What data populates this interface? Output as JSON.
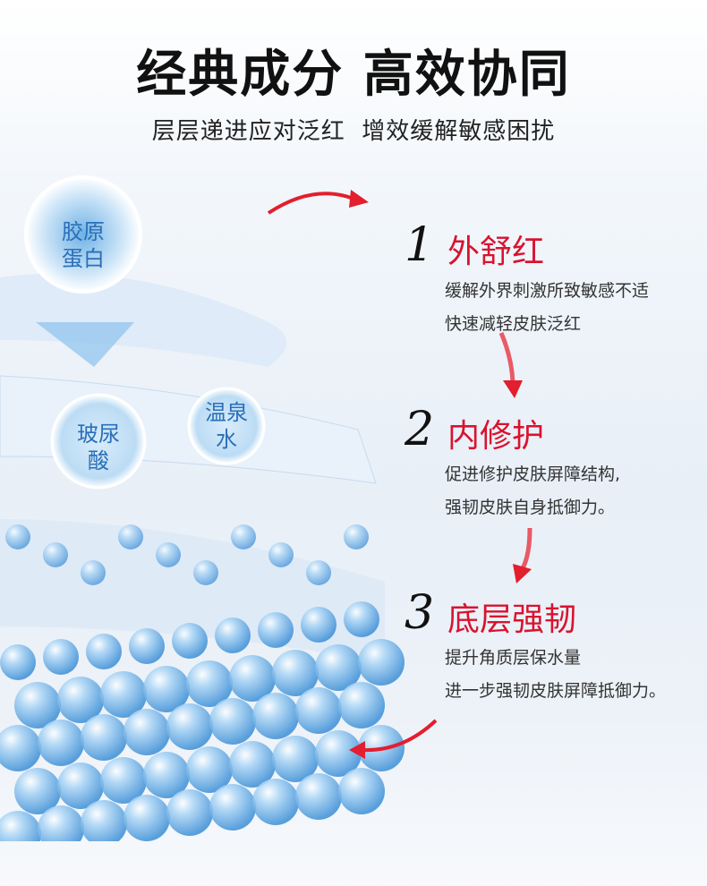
{
  "header": {
    "title": "经典成分 高效协同",
    "subtitle": "层层递进应对泛红  增效缓解敏感困扰"
  },
  "ingredients": [
    {
      "name_line1": "胶原",
      "name_line2": "蛋白"
    },
    {
      "name_line1": "玻尿",
      "name_line2": "酸"
    },
    {
      "name_line1": "温泉",
      "name_line2": "水"
    }
  ],
  "steps": [
    {
      "number": "1",
      "title": "外舒红",
      "lines": [
        "缓解外界刺激所致敏感不适",
        "快速减轻皮肤泛红"
      ]
    },
    {
      "number": "2",
      "title": "内修护",
      "lines": [
        "促进修护皮肤屏障结构,",
        "强韧皮肤自身抵御力。"
      ]
    },
    {
      "number": "3",
      "title": "底层强韧",
      "lines": [
        "提升角质层保水量",
        "进一步强韧皮肤屏障抵御力。"
      ]
    }
  ],
  "colors": {
    "accent": "#d9132f",
    "bubble": "#5aa8e6"
  }
}
